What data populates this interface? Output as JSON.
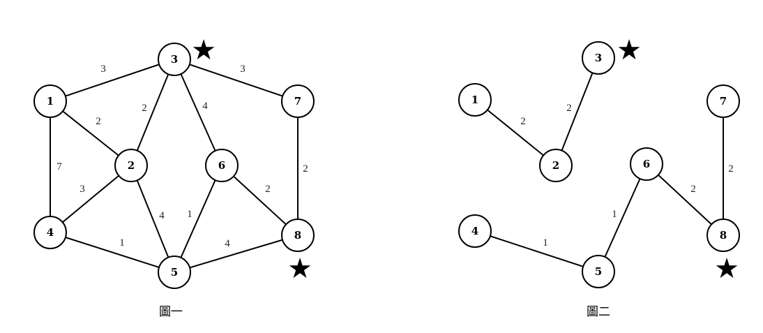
{
  "graphs": [
    {
      "caption": "圖一",
      "nodes": [
        "1",
        "2",
        "3",
        "4",
        "5",
        "6",
        "7",
        "8"
      ],
      "starred_nodes": [
        "3",
        "8"
      ],
      "star_icon": "★",
      "edges": [
        {
          "from": "1",
          "to": "3",
          "weight": "3"
        },
        {
          "from": "3",
          "to": "7",
          "weight": "3"
        },
        {
          "from": "1",
          "to": "2",
          "weight": "2"
        },
        {
          "from": "3",
          "to": "2",
          "weight": "2"
        },
        {
          "from": "3",
          "to": "6",
          "weight": "4"
        },
        {
          "from": "1",
          "to": "4",
          "weight": "7"
        },
        {
          "from": "2",
          "to": "4",
          "weight": "3"
        },
        {
          "from": "2",
          "to": "5",
          "weight": "4"
        },
        {
          "from": "6",
          "to": "5",
          "weight": "1"
        },
        {
          "from": "6",
          "to": "8",
          "weight": "2"
        },
        {
          "from": "7",
          "to": "8",
          "weight": "2"
        },
        {
          "from": "4",
          "to": "5",
          "weight": "1"
        },
        {
          "from": "5",
          "to": "8",
          "weight": "4"
        }
      ]
    },
    {
      "caption": "圖二",
      "nodes": [
        "1",
        "2",
        "3",
        "4",
        "5",
        "6",
        "7",
        "8"
      ],
      "starred_nodes": [
        "3",
        "8"
      ],
      "star_icon": "★",
      "edges": [
        {
          "from": "1",
          "to": "2",
          "weight": "2"
        },
        {
          "from": "2",
          "to": "3",
          "weight": "2"
        },
        {
          "from": "7",
          "to": "8",
          "weight": "2"
        },
        {
          "from": "6",
          "to": "8",
          "weight": "2"
        },
        {
          "from": "6",
          "to": "5",
          "weight": "1"
        },
        {
          "from": "4",
          "to": "5",
          "weight": "1"
        }
      ]
    }
  ]
}
